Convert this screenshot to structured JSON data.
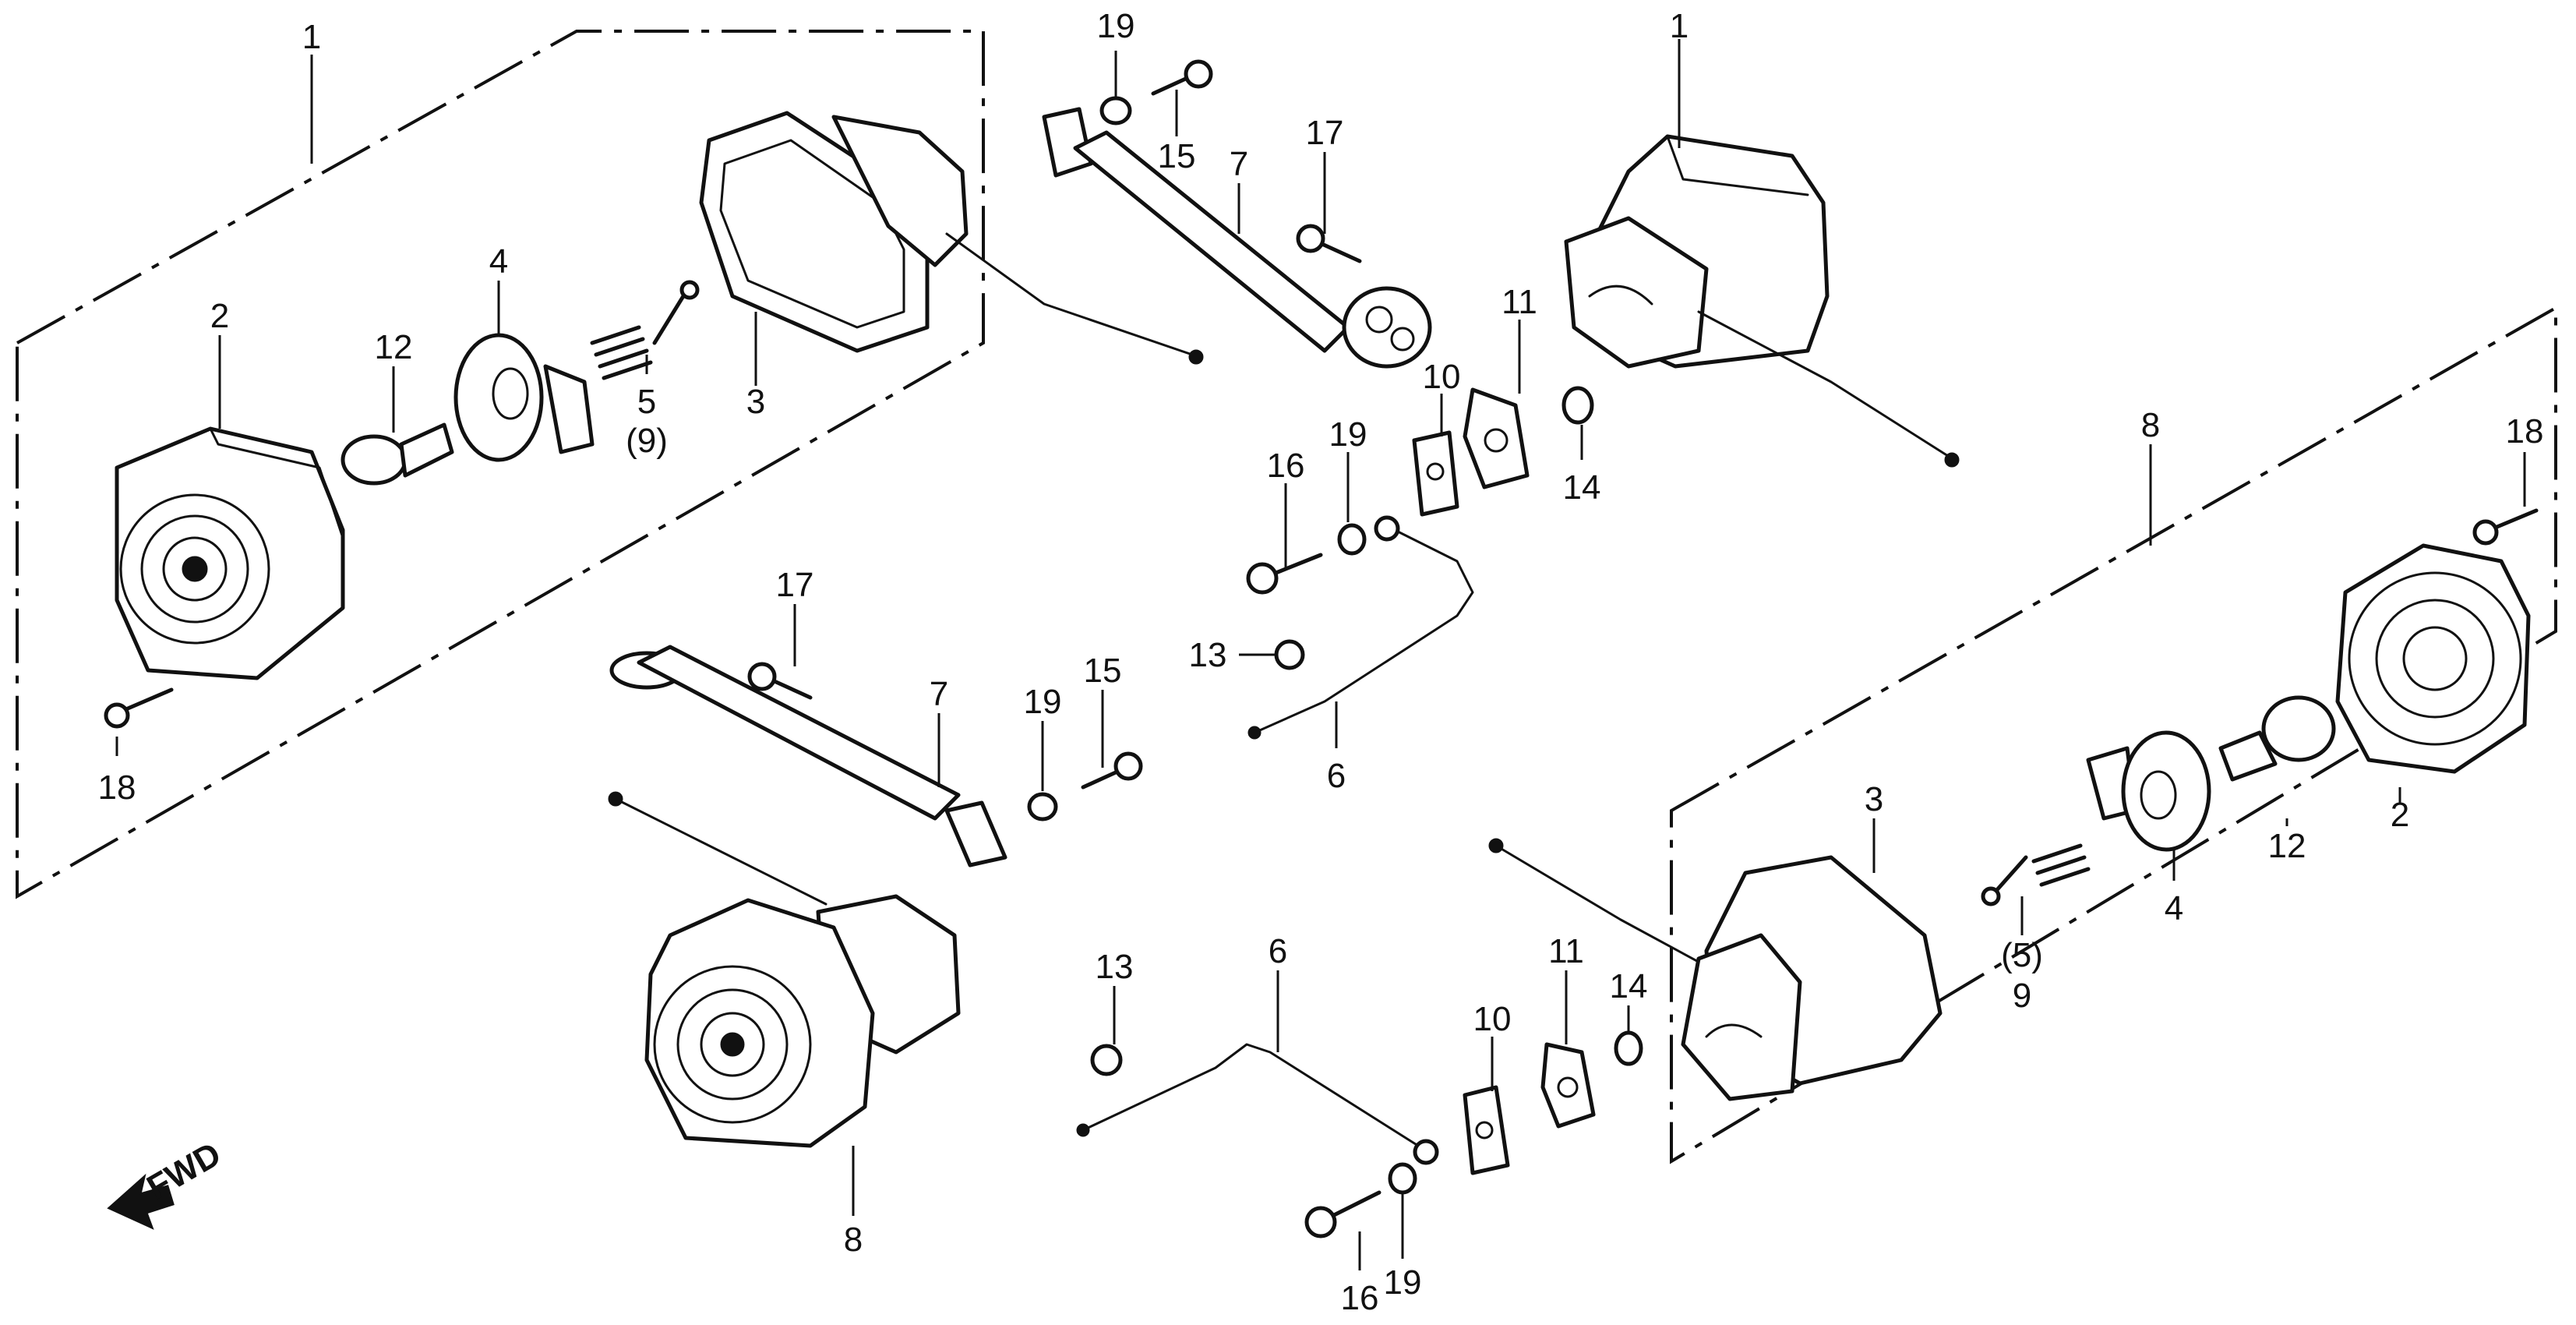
{
  "diagram": {
    "direction_label": "FWD",
    "callouts": {
      "c1a": "1",
      "c2a": "2",
      "c3a": "3",
      "c4a": "4",
      "c5a": "5",
      "c9a": "(9)",
      "c12a": "12",
      "c18a": "18",
      "c19a": "19",
      "c15a": "15",
      "c7a": "7",
      "c17a": "17",
      "c1b": "1",
      "c11a": "11",
      "c10a": "10",
      "c14a": "14",
      "c16a": "16",
      "c19b": "19",
      "c13a": "13",
      "c6a": "6",
      "c8a": "8",
      "c18b": "18",
      "c17b": "17",
      "c7b": "7",
      "c19c": "19",
      "c15b": "15",
      "c3b": "3",
      "c2b": "2",
      "c12b": "12",
      "c4b": "4",
      "c5b": "(5)",
      "c9b": "9",
      "c13b": "13",
      "c6b": "6",
      "c11b": "11",
      "c14b": "14",
      "c10b": "10",
      "c8b": "8",
      "c16b": "16",
      "c19d": "19"
    }
  }
}
